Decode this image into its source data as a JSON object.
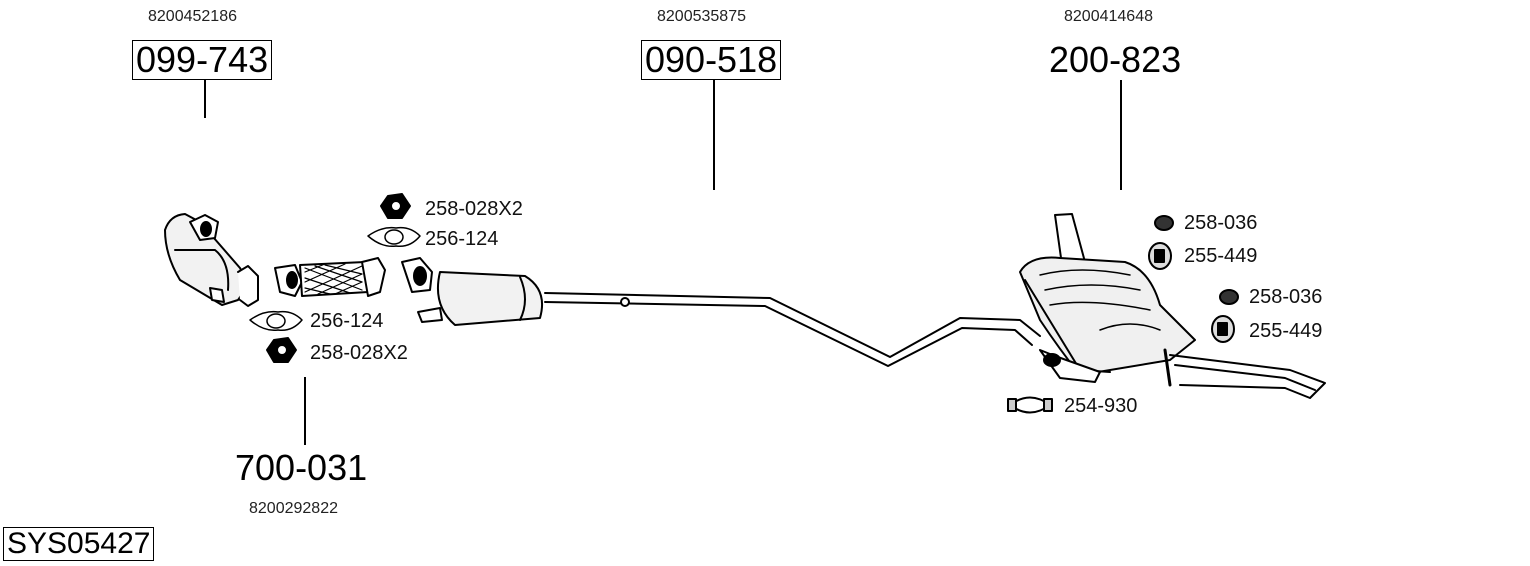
{
  "diagram": {
    "system_code": "SYS05427",
    "callouts": [
      {
        "oem": "8200452186",
        "part": "099-743",
        "boxed": true
      },
      {
        "oem": "8200535875",
        "part": "090-518",
        "boxed": true
      },
      {
        "oem": "8200414648",
        "part": "200-823",
        "boxed": false
      },
      {
        "oem": "8200292822",
        "part": "700-031",
        "boxed": false
      }
    ],
    "hardware_labels": {
      "nut_front_top": "258-028X2",
      "gasket_front_top": "256-124",
      "gasket_front_bottom": "256-124",
      "nut_front_bottom": "258-028X2",
      "nut_rear_1": "258-036",
      "hanger_rear_1": "255-449",
      "nut_rear_2": "258-036",
      "hanger_rear_2": "255-449",
      "clamp_rear": "254-930"
    },
    "colors": {
      "line": "#000000",
      "background": "#ffffff",
      "shade": "#e8e8e8"
    }
  }
}
